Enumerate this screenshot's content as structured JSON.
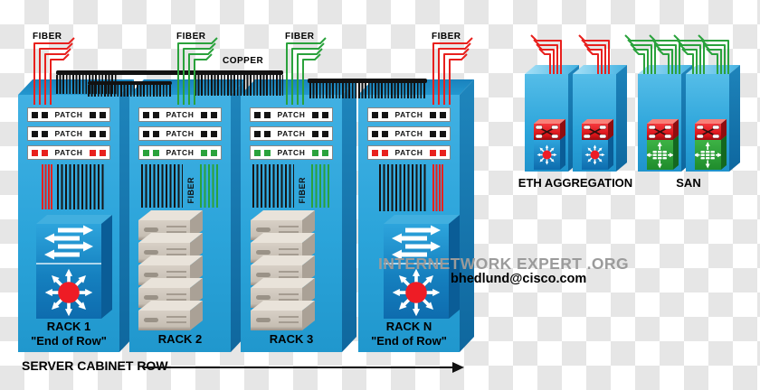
{
  "labels": {
    "fiber": "FIBER",
    "copper": "COPPER",
    "patch": "PATCH",
    "eth_aggregation": "ETH AGGREGATION",
    "san": "SAN",
    "server_cabinet_row": "SERVER CABINET ROW"
  },
  "racks": [
    {
      "name": "RACK 1",
      "subtitle": "\"End of Row\"",
      "fiber_color": "#e8201d",
      "contains": "switch"
    },
    {
      "name": "RACK 2",
      "subtitle": "",
      "fiber_color": "#2aa23c",
      "contains": "servers",
      "fiber_riser_label": "FIBER"
    },
    {
      "name": "RACK 3",
      "subtitle": "",
      "fiber_color": "#2aa23c",
      "contains": "servers",
      "fiber_riser_label": "FIBER"
    },
    {
      "name": "RACK N",
      "subtitle": "\"End of Row\"",
      "fiber_color": "#e8201d",
      "contains": "switch"
    }
  ],
  "aggregation": {
    "label": "ETH AGGREGATION",
    "units": 2,
    "uplink_color": "#e8201d"
  },
  "san": {
    "label": "SAN",
    "units": 2,
    "uplink_color": "#2aa23c"
  },
  "watermark": {
    "line1": "INTERNETWORK EXPERT .ORG",
    "line2": "bhedlund@cisco.com"
  },
  "footer": {
    "label": "SERVER CABINET ROW"
  },
  "colors": {
    "fiber_red": "#e8201d",
    "fiber_green": "#2aa23c",
    "copper_black": "#121212",
    "rack_blue": "#2ba4da",
    "server_tan": "#cdc4b9",
    "switch_hub_red": "#ee1c25",
    "device_red": "#d91318",
    "device_green": "#2f9e37"
  }
}
